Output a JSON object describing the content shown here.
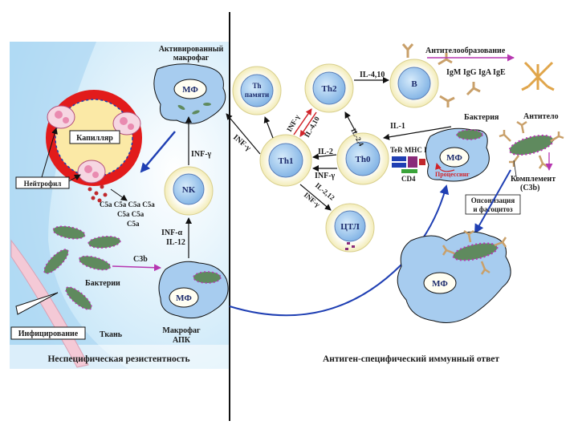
{
  "left": {
    "caption": "Неспецифическая резистентность",
    "activated_macrophage": "Активированный\nмакрофаг",
    "mf_top": "МФ",
    "capillary": "Капилляр",
    "neutrophil": "Нейтрофил",
    "c5a_lines": [
      "C5a C5a C5a C5a",
      "C5a C5a",
      "C5a"
    ],
    "bacteria": "Бактерии",
    "nk": "NK",
    "inf_gamma_nk": "INF-γ",
    "inf_alpha": "INF-α",
    "il12": "IL-12",
    "c3b": "C3b",
    "mf_apc": "МФ",
    "macrophage_apc": "Макрофаг\nАПК",
    "infection": "Инфицирование",
    "tissue": "Ткань"
  },
  "right": {
    "caption": "Антиген-специфический иммунный ответ",
    "antibody_formation": "Антителообразование",
    "ig_classes": "IgM IgG IgA IgE",
    "th_memory": "Th\nпамяти",
    "th2": "Th2",
    "b": "B",
    "il_4_10_top": "IL-4,10",
    "il_1": "IL-1",
    "inf_gamma_1": "INF-γ",
    "inf_gamma_2": "INF-γ",
    "il_4_10_mid": "IL-4,10",
    "il_2_4": "IL-2,4",
    "th1": "Th1",
    "il_2": "IL-2",
    "th0": "Th0",
    "ter_mhc": "TeR MHC II",
    "inf_gamma_3": "INF-γ",
    "cd4": "CD4",
    "processing": "Процессинг",
    "mf_processing": "МФ",
    "bacteria": "Бактерия",
    "antibody": "Антитело",
    "complement": "Комплемент\n(C3b)",
    "il_2_12": "IL-2,12",
    "inf_gamma_4": "INF-γ",
    "ctl": "ЦТЛ",
    "opsonization": "Опсонизация\nи фагоцитоз",
    "mf_bottom": "МФ"
  },
  "colors": {
    "tissue_blue": "#bfe3f7",
    "cell_yellow": "#f3ecb8",
    "cell_blue": "#a7ccef",
    "bacterium_green": "#5f8a5e",
    "arrow_blue": "#1f3fb3",
    "arrow_magenta": "#b636b0",
    "capillary_red": "#e21b1b"
  }
}
